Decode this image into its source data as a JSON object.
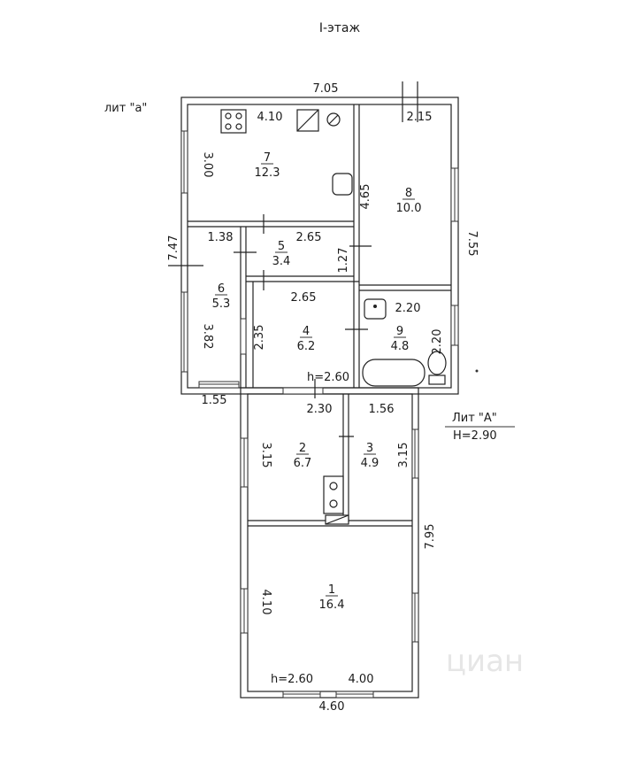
{
  "title": "I-этаж",
  "labels": {
    "lit_a": "лит \"а\"",
    "lit_A": "Лит \"А\"",
    "height_A": "Н=2.90",
    "h_room4": "h=2.60",
    "h_room1": "h=2.60",
    "watermark": "циан"
  },
  "dims": {
    "top_7_05": "7.05",
    "r7_4_10": "4.10",
    "r8_2_15": "2.15",
    "r7_3_00": "3.00",
    "r8_4_65": "4.65",
    "left_7_47": "7.47",
    "r6_1_38": "1.38",
    "r5_2_65": "2.65",
    "c_1_27": "1.27",
    "right_7_55": "7.55",
    "r4_2_65": "2.65",
    "r9_2_20_top": "2.20",
    "r9_2_20_side": "2.20",
    "r6_3_82": "3.82",
    "r4_2_35": "2.35",
    "b_1_55": "1.55",
    "r2_2_30": "2.30",
    "r3_1_56": "1.56",
    "r2_3_15": "3.15",
    "r3_3_15": "3.15",
    "right_7_95": "7.95",
    "r1_4_10": "4.10",
    "r1_4_00": "4.00",
    "bottom_4_60": "4.60"
  },
  "rooms": [
    {
      "num": "7",
      "area": "12.3"
    },
    {
      "num": "8",
      "area": "10.0"
    },
    {
      "num": "5",
      "area": "3.4"
    },
    {
      "num": "6",
      "area": "5.3"
    },
    {
      "num": "4",
      "area": "6.2"
    },
    {
      "num": "9",
      "area": "4.8"
    },
    {
      "num": "2",
      "area": "6.7"
    },
    {
      "num": "3",
      "area": "4.9"
    },
    {
      "num": "1",
      "area": "16.4"
    }
  ]
}
